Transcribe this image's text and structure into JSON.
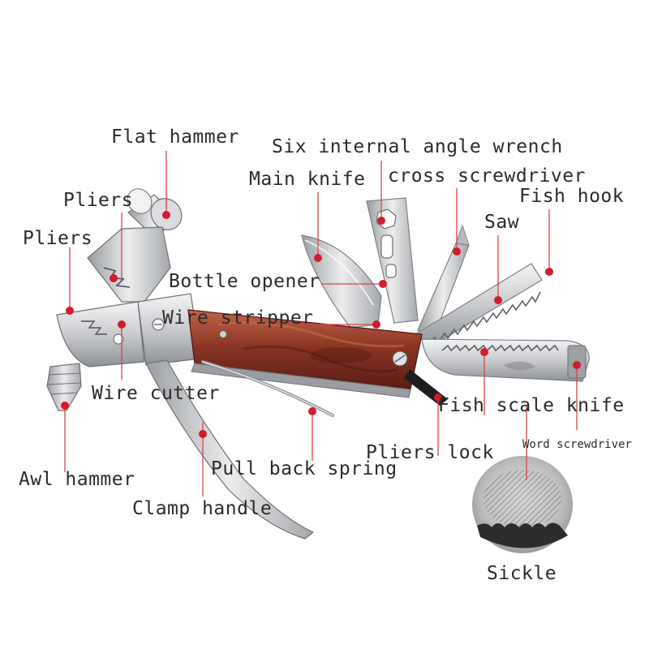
{
  "diagram": {
    "labels": {
      "flat_hammer": "Flat hammer",
      "six_internal_angle_wrench": "Six internal angle wrench",
      "main_knife": "Main knife",
      "cross_screwdriver": "cross screwdriver",
      "fish_hook": "Fish hook",
      "pliers_top": "Pliers",
      "pliers_left": "Pliers",
      "saw": "Saw",
      "bottle_opener": "Bottle opener",
      "wire_stripper": "Wire stripper",
      "wire_cutter": "Wire cutter",
      "fish_scale_knife": "Fish scale knife",
      "word_screwdriver": "Word screwdriver",
      "awl_hammer": "Awl hammer",
      "pliers_lock": "Pliers lock",
      "pull_back_spring": "Pull back spring",
      "clamp_handle": "Clamp handle",
      "sickle": "Sickle"
    },
    "colors": {
      "leader_line": "#d8434f",
      "leader_dot": "#d01c2c",
      "steel_light": "#e8e9ea",
      "steel_mid": "#c4c6c9",
      "steel_dark": "#8c8f93",
      "wood_light": "#b45a3c",
      "wood_dark": "#6e2418",
      "text": "#2a2a2a"
    }
  }
}
